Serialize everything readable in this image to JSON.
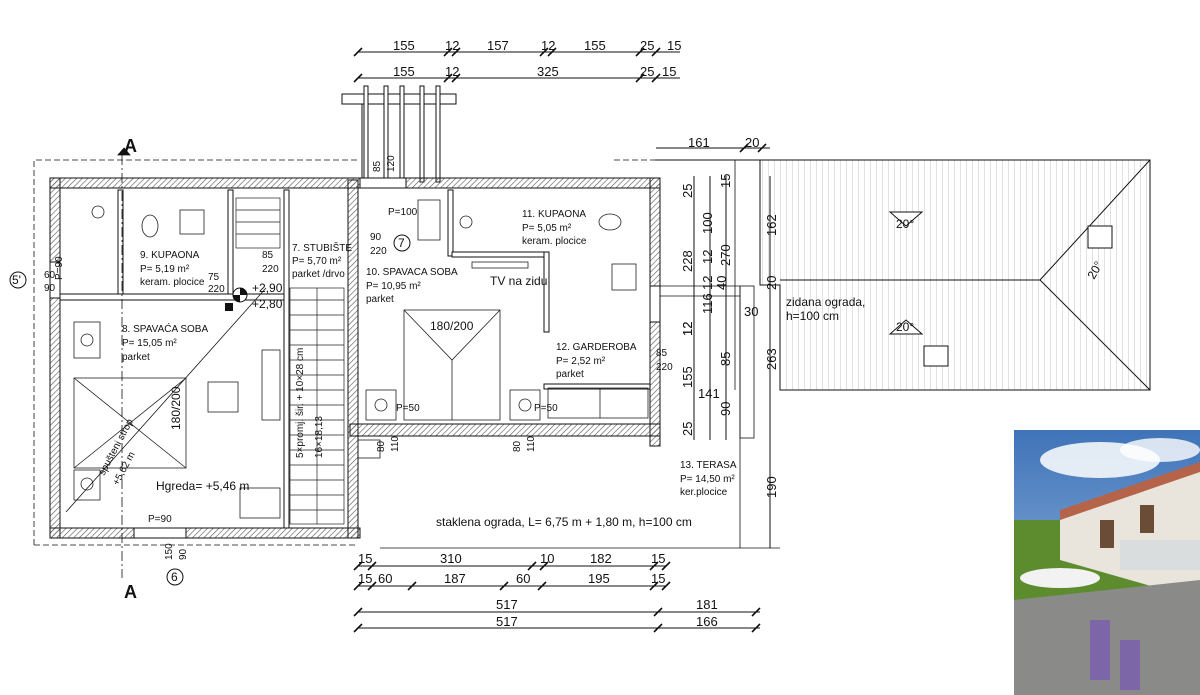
{
  "section_marks": [
    "A",
    "A"
  ],
  "top_dims_row1": [
    "155",
    "12",
    "157",
    "12",
    "155",
    "25",
    "15"
  ],
  "top_dims_row2": [
    "155",
    "12",
    "325",
    "25",
    "15"
  ],
  "roof_top_dims": [
    "161",
    "20"
  ],
  "bottom_dims_row1": [
    "15",
    "310",
    "10",
    "182",
    "15"
  ],
  "bottom_dims_row2": [
    "15",
    "60",
    "187",
    "60",
    "195",
    "15"
  ],
  "bottom_dims_row3": [
    "517",
    "181"
  ],
  "bottom_dims_row4": [
    "517",
    "166"
  ],
  "right_dims": [
    "25",
    "100",
    "12",
    "228",
    "12",
    "40",
    "116",
    "12",
    "85",
    "155",
    "25",
    "90",
    "162",
    "270",
    "20",
    "30",
    "263",
    "141",
    "190",
    "15",
    "12"
  ],
  "rooms": {
    "kupaona9": {
      "name": "9. KUPAONA",
      "area": "P= 5,19 m²",
      "floor": "keram. plocice"
    },
    "stubiste": {
      "name": "7. STUBIŠTE",
      "area": "P= 5,70 m²",
      "floor": "parket /drvo"
    },
    "spavaca10": {
      "name": "10. SPAVACA SOBA",
      "area": "P= 10,95 m²",
      "floor": "parket"
    },
    "kupaona11": {
      "name": "11. KUPAONA",
      "area": "P= 5,05 m²",
      "floor": "keram. plocice"
    },
    "spavaca8": {
      "name": "8. SPAVAĆA SOBA",
      "area": "P= 15,05 m²",
      "floor": "parket"
    },
    "garderoba": {
      "name": "12. GARDEROBA",
      "area": "P= 2,52 m²",
      "floor": "parket"
    },
    "terasa": {
      "name": "13. TERASA",
      "area": "P= 14,50 m²",
      "floor": "ker.plocice"
    }
  },
  "annotations": {
    "p100": "P=100",
    "p90_left": "P=90",
    "p90_bottom": "P=90",
    "p50_a": "P=50",
    "p50_b": "P=50",
    "tv": "TV na zidu",
    "bed1": "180/200",
    "bed2": "180/200",
    "level1": "+2,90",
    "level2": "+2,80",
    "stairs1": "5×promj. šir. + 10×28 cm",
    "stairs2": "16×18,13",
    "ceiling1": "spušteni strop",
    "ceiling2": "+5,62 m",
    "beam": "Hgreda= +5,46 m",
    "wall_fence": "zidana ograda,",
    "wall_fence_h": "h=100 cm",
    "glass_fence": "staklena ograda, L= 6,75 m + 1,80 m, h=100 cm",
    "roof1": "20°",
    "roof2": "20°",
    "roof3": "20°",
    "circle7": "7",
    "circle6": "6",
    "circle5": "5'",
    "w60": "60",
    "w90": "90",
    "d85_120": "85",
    "d120": "120",
    "d90": "90",
    "d220a": "220",
    "d85b": "85",
    "d220b": "220",
    "d75": "75",
    "d220c": "220",
    "d85c": "85",
    "d220d": "220",
    "d150": "150",
    "d90b": "90",
    "d80a": "80",
    "d110a": "110",
    "d80b": "80",
    "d110b": "110"
  },
  "colors": {
    "wall": "#8a8a8a",
    "line": "#111111",
    "sky": "#4a7fc1",
    "grass": "#5d8c2e"
  }
}
